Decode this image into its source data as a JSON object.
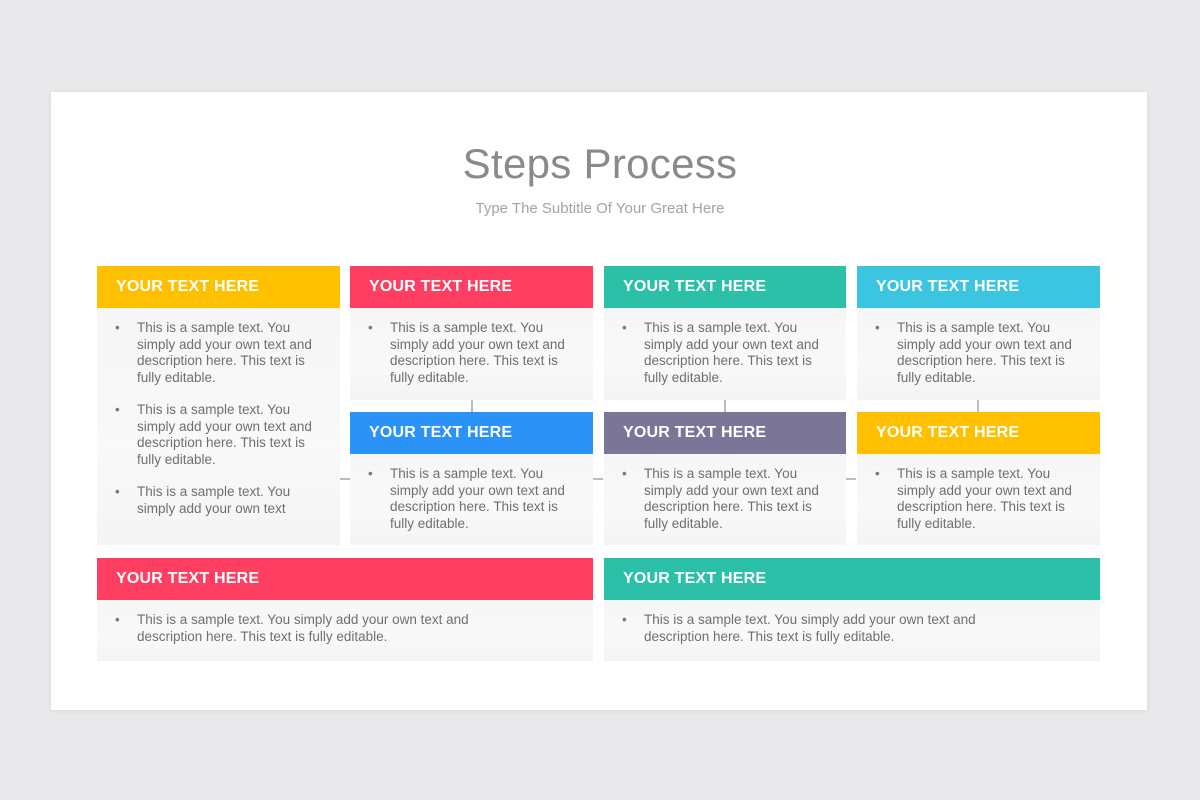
{
  "title": "Steps Process",
  "subtitle": "Type The Subtitle Of Your Great Here",
  "colors": {
    "yellow": "#ffc000",
    "red": "#ff3f62",
    "teal": "#2cc0a9",
    "cyan": "#3cc5e0",
    "blue": "#2b93f7",
    "purple": "#7b7598"
  },
  "cards": [
    {
      "header": "YOUR TEXT HERE",
      "color": "#ffc000",
      "bullets": [
        "This is a sample text. You simply add your own text and description here. This text is fully editable.",
        "This is a sample text. You simply add your own text and description here. This text is fully editable.",
        "This is a sample text. You simply add your own text"
      ]
    },
    {
      "header": "YOUR TEXT HERE",
      "color": "#ff3f62",
      "bullets": [
        "This is a sample text. You simply add your own text and description here. This text is fully editable."
      ]
    },
    {
      "header": "YOUR TEXT HERE",
      "color": "#2cc0a9",
      "bullets": [
        "This is a sample text. You simply add your own text and description here. This text is fully editable."
      ]
    },
    {
      "header": "YOUR TEXT HERE",
      "color": "#3cc5e0",
      "bullets": [
        "This is a sample text. You simply add your own text and description here. This text is fully editable."
      ]
    },
    {
      "header": "YOUR TEXT HERE",
      "color": "#2b93f7",
      "bullets": [
        "This is a sample text. You simply add your own text and description here. This text is fully editable."
      ]
    },
    {
      "header": "YOUR TEXT HERE",
      "color": "#7b7598",
      "bullets": [
        "This is a sample text. You simply add your own text and description here. This text is fully editable."
      ]
    },
    {
      "header": "YOUR TEXT HERE",
      "color": "#ffc000",
      "bullets": [
        "This is a sample text. You simply add your own text and description here. This text is fully editable."
      ]
    },
    {
      "header": "YOUR TEXT HERE",
      "color": "#ff3f62",
      "bullets": [
        "This is a sample text. You simply add your own text and description here. This text is fully editable."
      ]
    },
    {
      "header": "YOUR TEXT HERE",
      "color": "#2cc0a9",
      "bullets": [
        "This is a sample text. You simply add your own text and description here. This text is fully editable."
      ]
    }
  ]
}
